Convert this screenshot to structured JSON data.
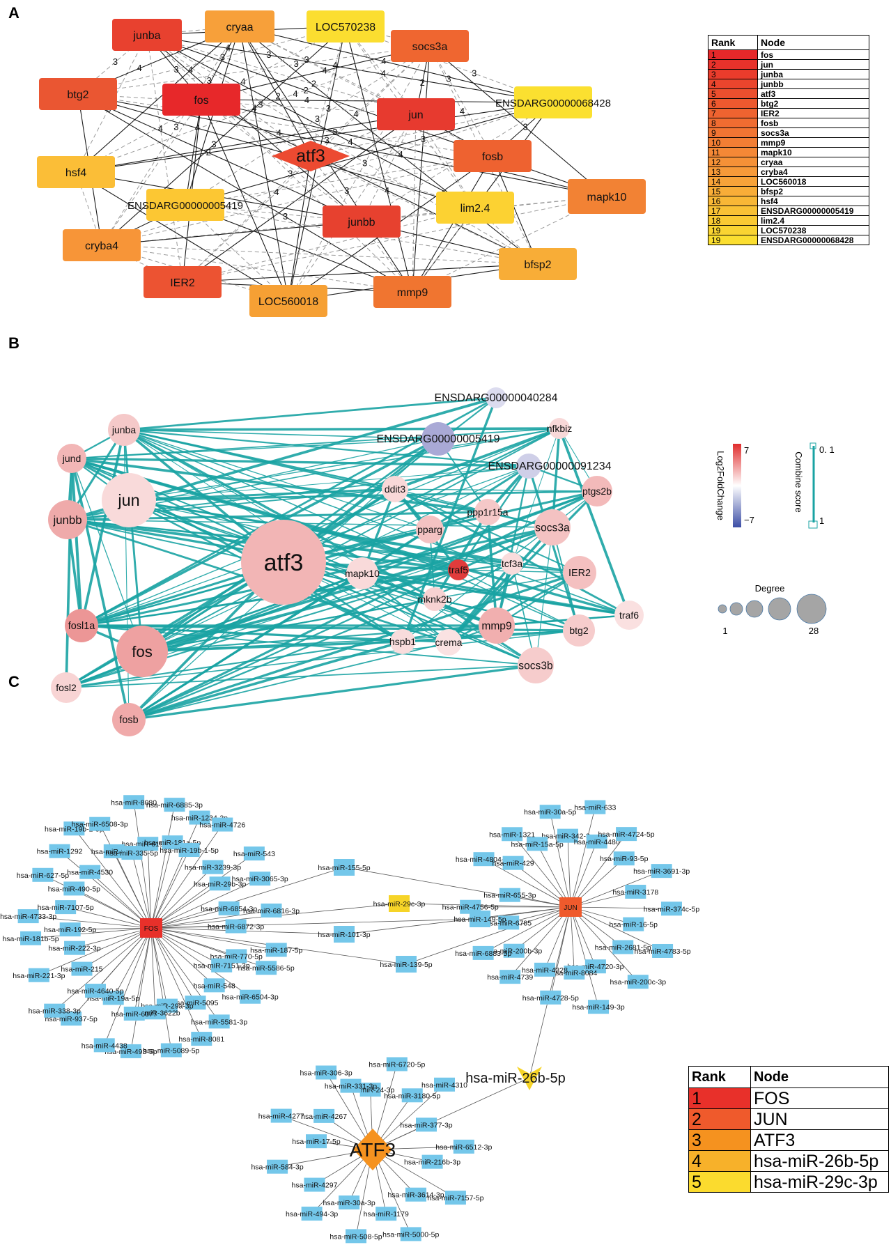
{
  "panel_labels": [
    "A",
    "B",
    "C"
  ],
  "panelA": {
    "nodes": [
      {
        "id": "junba",
        "label": "junba",
        "color": "#e8412f"
      },
      {
        "id": "cryaa",
        "label": "cryaa",
        "color": "#f7a03a"
      },
      {
        "id": "LOC570238",
        "label": "LOC570238",
        "color": "#fbde30"
      },
      {
        "id": "socs3a",
        "label": "socs3a",
        "color": "#ef6630"
      },
      {
        "id": "btg2",
        "label": "btg2",
        "color": "#ea5632"
      },
      {
        "id": "fos",
        "label": "fos",
        "color": "#e7282a"
      },
      {
        "id": "jun",
        "label": "jun",
        "color": "#e73a2f"
      },
      {
        "id": "ENSDARG00000068428",
        "label": "ENSDARG00000068428",
        "color": "#fbe030"
      },
      {
        "id": "atf3",
        "label": "atf3",
        "color": "#ec4a31"
      },
      {
        "id": "fosb",
        "label": "fosb",
        "color": "#ee6230"
      },
      {
        "id": "hsf4",
        "label": "hsf4",
        "color": "#fbbe37"
      },
      {
        "id": "ENSDARG00000005419",
        "label": "ENSDARG00000005419",
        "color": "#fcc733"
      },
      {
        "id": "lim2.4",
        "label": "lim2.4",
        "color": "#fcd232"
      },
      {
        "id": "mapk10",
        "label": "mapk10",
        "color": "#f28234"
      },
      {
        "id": "junbb",
        "label": "junbb",
        "color": "#e7412f"
      },
      {
        "id": "cryba4",
        "label": "cryba4",
        "color": "#f79538"
      },
      {
        "id": "IER2",
        "label": "IER2",
        "color": "#ec5332"
      },
      {
        "id": "bfsp2",
        "label": "bfsp2",
        "color": "#f8ad37"
      },
      {
        "id": "mmp9",
        "label": "mmp9",
        "color": "#f07530"
      },
      {
        "id": "LOC560018",
        "label": "LOC560018",
        "color": "#f6a034"
      }
    ],
    "edge_labels": [
      "3",
      "3",
      "3",
      "3",
      "2",
      "3",
      "3",
      "2",
      "3",
      "4",
      "2",
      "4",
      "3",
      "3",
      "4",
      "4",
      "3",
      "4",
      "2",
      "4",
      "4",
      "3",
      "3",
      "4",
      "3",
      "4",
      "4",
      "3",
      "4",
      "3",
      "4",
      "4",
      "4",
      "3",
      "4",
      "3",
      "3",
      "4",
      "2",
      "4",
      "3",
      "4",
      "3",
      "3",
      "4",
      "4",
      "3",
      "3",
      "3",
      "3",
      "4",
      "4",
      "2",
      "3",
      "3",
      "4"
    ],
    "rank_table": {
      "header": [
        "Rank",
        "Node"
      ],
      "rows": [
        [
          "1",
          "fos"
        ],
        [
          "2",
          "jun"
        ],
        [
          "3",
          "junba"
        ],
        [
          "4",
          "junbb"
        ],
        [
          "5",
          "atf3"
        ],
        [
          "6",
          "btg2"
        ],
        [
          "7",
          "IER2"
        ],
        [
          "8",
          "fosb"
        ],
        [
          "9",
          "socs3a"
        ],
        [
          "10",
          "mmp9"
        ],
        [
          "11",
          "mapk10"
        ],
        [
          "12",
          "cryaa"
        ],
        [
          "13",
          "cryba4"
        ],
        [
          "14",
          "LOC560018"
        ],
        [
          "15",
          "bfsp2"
        ],
        [
          "16",
          "hsf4"
        ],
        [
          "17",
          "ENSDARG00000005419"
        ],
        [
          "18",
          "lim2.4"
        ],
        [
          "19",
          "LOC570238"
        ],
        [
          "19",
          "ENSDARG00000068428"
        ]
      ],
      "gradient": [
        "#e7282a",
        "#ef6630",
        "#f7a03a",
        "#fbde30"
      ]
    }
  },
  "panelB": {
    "nodes": [
      {
        "id": "junba",
        "label": "junba",
        "color": "#f5c9c9"
      },
      {
        "id": "jund",
        "label": "jund",
        "color": "#f2b6b6"
      },
      {
        "id": "jun",
        "label": "jun",
        "color": "#f9dada"
      },
      {
        "id": "junbb",
        "label": "junbb",
        "color": "#efaaaa"
      },
      {
        "id": "atf3",
        "label": "atf3",
        "color": "#f2b5b5"
      },
      {
        "id": "fosl1a",
        "label": "fosl1a",
        "color": "#ec9696"
      },
      {
        "id": "fos",
        "label": "fos",
        "color": "#eea1a1"
      },
      {
        "id": "fosl2",
        "label": "fosl2",
        "color": "#f8d4d4"
      },
      {
        "id": "fosb",
        "label": "fosb",
        "color": "#f0aaaa"
      },
      {
        "id": "ENSDARG00000040284",
        "label": "ENSDARG00000040284",
        "color": "#dcdcef"
      },
      {
        "id": "nfkbiz",
        "label": "nfkbiz",
        "color": "#f8d8d8"
      },
      {
        "id": "ENSDARG00000005419",
        "label": "ENSDARG00000005419",
        "color": "#a9a9d6"
      },
      {
        "id": "ENSDARG00000091234",
        "label": "ENSDARG00000091234",
        "color": "#cfcfe8"
      },
      {
        "id": "ddit3",
        "label": "ddit3",
        "color": "#f9d8d8"
      },
      {
        "id": "ptgs2b",
        "label": "ptgs2b",
        "color": "#f3baba"
      },
      {
        "id": "ppp1r15a",
        "label": "ppp1r15a",
        "color": "#f5c8c8"
      },
      {
        "id": "pparg",
        "label": "pparg",
        "color": "#f4c2c2"
      },
      {
        "id": "socs3a",
        "label": "socs3a",
        "color": "#f4c2c2"
      },
      {
        "id": "tcf3a",
        "label": "tcf3a",
        "color": "#f9dcdc"
      },
      {
        "id": "mapk10",
        "label": "mapk10",
        "color": "#f9dada"
      },
      {
        "id": "traf5",
        "label": "traf5",
        "color": "#e03c3c"
      },
      {
        "id": "IER2",
        "label": "IER2",
        "color": "#f4c0c0"
      },
      {
        "id": "mknk2b",
        "label": "mknk2b",
        "color": "#f7d2d2"
      },
      {
        "id": "traf6",
        "label": "traf6",
        "color": "#fae0e0"
      },
      {
        "id": "mmp9",
        "label": "mmp9",
        "color": "#f1afaf"
      },
      {
        "id": "btg2",
        "label": "btg2",
        "color": "#f6cccc"
      },
      {
        "id": "hspb1",
        "label": "hspb1",
        "color": "#f9dcdc"
      },
      {
        "id": "crema",
        "label": "crema",
        "color": "#fae2e2"
      },
      {
        "id": "socs3b",
        "label": "socs3b",
        "color": "#f6cccc"
      }
    ],
    "edge_color": "#1aa3a3",
    "legend": {
      "color_title": "Log2FoldChange",
      "color_max": "7",
      "color_min": "−7",
      "color_stops": [
        "#e02d2d",
        "#ffffff",
        "#3c4ea6"
      ],
      "score_title": "Combine score",
      "score_top": "0. 1",
      "score_bottom": "1",
      "degree_title": "Degree",
      "degree_min": "1",
      "degree_max": "28",
      "degree_color": "#a5a5a5"
    }
  },
  "panelC": {
    "hubs": [
      {
        "id": "FOS",
        "label": "FOS",
        "color": "#e8302a"
      },
      {
        "id": "JUN",
        "label": "JUN",
        "color": "#ef5a2c"
      },
      {
        "id": "ATF3",
        "label": "ATF3",
        "color": "#f5921f"
      }
    ],
    "shared": [
      {
        "id": "m155",
        "label": "hsa-miR-155-5p",
        "color": "#74c7ea"
      },
      {
        "id": "m29c",
        "label": "hsa-miR-29c-3p",
        "color": "#f6d428"
      },
      {
        "id": "m149",
        "label": "hsa-miR-149-5p",
        "color": "#74c7ea"
      },
      {
        "id": "m101",
        "label": "hsa-miR-101-3p",
        "color": "#74c7ea"
      },
      {
        "id": "m139",
        "label": "hsa-miR-139-5p",
        "color": "#74c7ea"
      },
      {
        "id": "m26b",
        "label": "hsa-miR-26b-5p",
        "color": "#f6d428"
      }
    ],
    "fos_mirs": [
      "hsa-miR-619-5p",
      "hsa-miR-6885-3p",
      "hsa-miR-181a-5p",
      "hsa-miR-1234-3p",
      "hsa-miR-19b-1-5p",
      "hsa-miR-4726",
      "hsa-miR-3239-3p",
      "hsa-miR-543",
      "hsa-miR-29b-3p",
      "hsa-miR-3065-3p",
      "hsa-miR-6854-3p",
      "hsa-miR-6816-3p",
      "hsa-miR-6872-3p",
      "hsa-miR-187-5p",
      "hsa-miR-770-5p",
      "hsa-miR-5586-5p",
      "hsa-miR-7151-3p",
      "hsa-miR-6504-3p",
      "hsa-miR-548",
      "hsa-miR-5581-3p",
      "hsa-miR-5095",
      "hsa-miR-8081",
      "hsa-miR-29a-3p",
      "hsa-miR-5089-5p",
      "hsa-miR-3622b",
      "hsa-miR-493-5p",
      "hsa-miR-6077",
      "hsa-miR-4438",
      "hsa-miR-19a-5p",
      "hsa-miR-937-5p",
      "hsa-miR-4640-5p",
      "hsa-miR-338-3p",
      "hsa-miR-215",
      "hsa-miR-221-3p",
      "hsa-miR-222-3p",
      "hsa-miR-181b-5p",
      "hsa-miR-192-5p",
      "hsa-miR-4733-3p",
      "hsa-miR-7107-5p",
      "hsa-miR-627-5p",
      "hsa-miR-490-5p",
      "hsa-miR-1292",
      "hsa-miR-4530",
      "hsa-miR-19b-2-5p",
      "hsa-miR-8083",
      "hsa-miR-6508-3p",
      "hsa-miR-335-5p",
      "hsa-miR-8080"
    ],
    "jun_mirs": [
      "hsa-miR-342-3p",
      "hsa-miR-633",
      "hsa-miR-4480",
      "hsa-miR-4724-5p",
      "hsa-miR-93-5p",
      "hsa-miR-3691-3p",
      "hsa-miR-3178",
      "hsa-miR-374c-5p",
      "hsa-miR-16-5p",
      "hsa-miR-4783-5p",
      "hsa-miR-2681-5p",
      "hsa-miR-200c-3p",
      "hsa-miR-4720-3p",
      "hsa-miR-149-3p",
      "hsa-miR-8084",
      "hsa-miR-4728-5p",
      "hsa-miR-4328",
      "hsa-miR-4739",
      "hsa-miR-200b-3p",
      "hsa-miR-6883-5p",
      "hsa-miR-6785",
      "hsa-miR-4756-5p",
      "hsa-miR-655-3p",
      "hsa-miR-4804-3p",
      "hsa-miR-429",
      "hsa-miR-1321",
      "hsa-miR-15a-5p",
      "hsa-miR-30a-5p"
    ],
    "atf3_mirs": [
      "hsa-miR-24-3p",
      "hsa-miR-6720-5p",
      "hsa-miR-3180-5p",
      "hsa-miR-4310",
      "hsa-miR-377-3p",
      "hsa-miR-6512-3p",
      "hsa-miR-216b-3p",
      "hsa-miR-7157-5p",
      "hsa-miR-3614-3p",
      "hsa-miR-5000-5p",
      "hsa-miR-1179",
      "hsa-miR-508-5p",
      "hsa-miR-30a-3p",
      "hsa-miR-494-3p",
      "hsa-miR-4297",
      "hsa-miR-584-3p",
      "hsa-miR-17-5p",
      "hsa-miR-4277",
      "hsa-miR-4267",
      "hsa-miR-306-3p",
      "hsa-miR-331-3p"
    ],
    "mir_color": "#74c7ea",
    "rank_table": {
      "header": [
        "Rank",
        "Node"
      ],
      "rows": [
        [
          "1",
          "FOS"
        ],
        [
          "2",
          "JUN"
        ],
        [
          "3",
          "ATF3"
        ],
        [
          "4",
          "hsa-miR-26b-5p"
        ],
        [
          "5",
          "hsa-miR-29c-3p"
        ]
      ],
      "colors": [
        "#e8302a",
        "#ef5a2c",
        "#f5921f",
        "#f7b12a",
        "#fbdb2e"
      ]
    }
  }
}
